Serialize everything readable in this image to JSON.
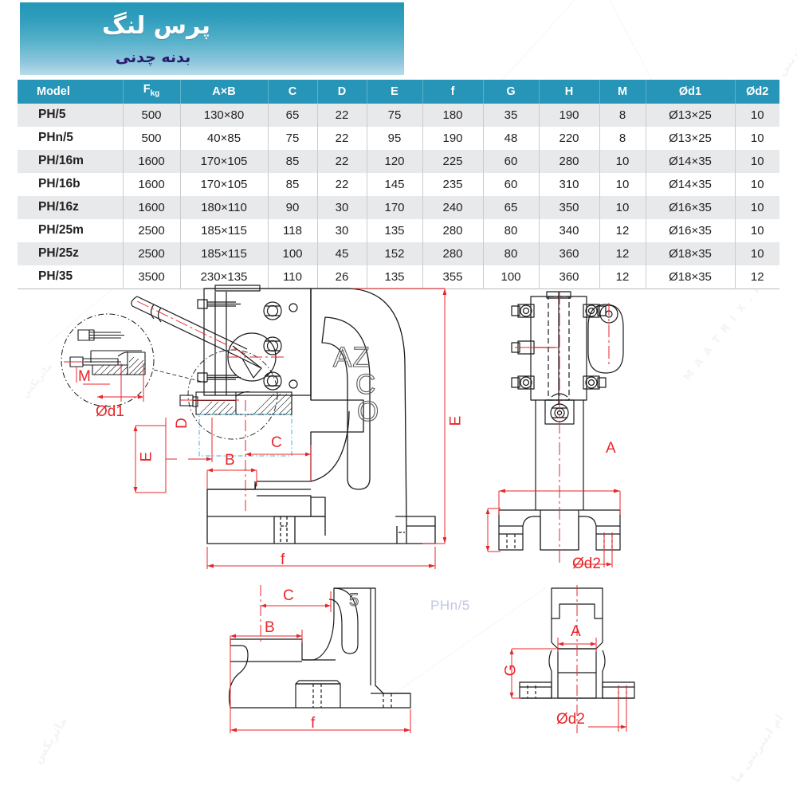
{
  "banner": {
    "title": "پرس لنگ",
    "subtitle": "بدنه چدنی"
  },
  "table": {
    "headers": [
      "Model",
      "F",
      "A×B",
      "C",
      "D",
      "E",
      "f",
      "G",
      "H",
      "M",
      "Ød1",
      "Ød2"
    ],
    "f_unit": "kg",
    "rows": [
      {
        "model": "PH/5",
        "F": "500",
        "AB": "130×80",
        "C": "65",
        "D": "22",
        "E": "75",
        "f": "180",
        "G": "35",
        "H": "190",
        "M": "8",
        "d1": "Ø13×25",
        "d2": "10"
      },
      {
        "model": "PHn/5",
        "F": "500",
        "AB": "40×85",
        "C": "75",
        "D": "22",
        "E": "95",
        "f": "190",
        "G": "48",
        "H": "220",
        "M": "8",
        "d1": "Ø13×25",
        "d2": "10"
      },
      {
        "model": "PH/16m",
        "F": "1600",
        "AB": "170×105",
        "C": "85",
        "D": "22",
        "E": "120",
        "f": "225",
        "G": "60",
        "H": "280",
        "M": "10",
        "d1": "Ø14×35",
        "d2": "10"
      },
      {
        "model": "PH/16b",
        "F": "1600",
        "AB": "170×105",
        "C": "85",
        "D": "22",
        "E": "145",
        "f": "235",
        "G": "60",
        "H": "310",
        "M": "10",
        "d1": "Ø14×35",
        "d2": "10"
      },
      {
        "model": "PH/16z",
        "F": "1600",
        "AB": "180×110",
        "C": "90",
        "D": "30",
        "E": "170",
        "f": "240",
        "G": "65",
        "H": "350",
        "M": "10",
        "d1": "Ø16×35",
        "d2": "10"
      },
      {
        "model": "PH/25m",
        "F": "2500",
        "AB": "185×115",
        "C": "118",
        "D": "30",
        "E": "135",
        "f": "280",
        "G": "80",
        "H": "340",
        "M": "12",
        "d1": "Ø16×35",
        "d2": "10"
      },
      {
        "model": "PH/25z",
        "F": "2500",
        "AB": "185×115",
        "C": "100",
        "D": "45",
        "E": "152",
        "f": "280",
        "G": "80",
        "H": "360",
        "M": "12",
        "d1": "Ø18×35",
        "d2": "10"
      },
      {
        "model": "PH/35",
        "F": "3500",
        "AB": "230×135",
        "C": "110",
        "D": "26",
        "E": "135",
        "f": "355",
        "G": "100",
        "H": "360",
        "M": "12",
        "d1": "Ø18×35",
        "d2": "12"
      }
    ]
  },
  "drawings": {
    "side_view": {
      "brand_line1": "AZ",
      "brand_line2": "C",
      "brand_line3": "O",
      "dim_E": "E",
      "dim_C": "C",
      "dim_B": "B",
      "dim_D": "D",
      "dim_E2": "E",
      "dim_f": "f"
    },
    "detail_view": {
      "dim_M": "M",
      "dim_d1": "Ød1"
    },
    "front_view": {
      "dim_A": "A",
      "dim_d2": "Ød2"
    },
    "bottom_side_view": {
      "dim_C": "C",
      "dim_B": "B",
      "dim_f": "f",
      "mark": "5"
    },
    "bottom_front_view": {
      "dim_A": "A",
      "dim_G": "G",
      "dim_d2": "Ød2"
    },
    "model_label": "PHn/5"
  },
  "colors": {
    "teal_header": "#2695b8",
    "banner_top": "#2397b8",
    "banner_bottom": "#b9dcea",
    "dimension_red": "#e8252a",
    "line_black": "#1a1a1a",
    "row_alt": "#e8e9ea"
  },
  "watermarks": {
    "w1": "فروشگاه اینترنتی ما",
    "w2": "M A A T R I X . N E T",
    "w3": "ماتریکس",
    "w4": "ام اینترنتی ما"
  }
}
